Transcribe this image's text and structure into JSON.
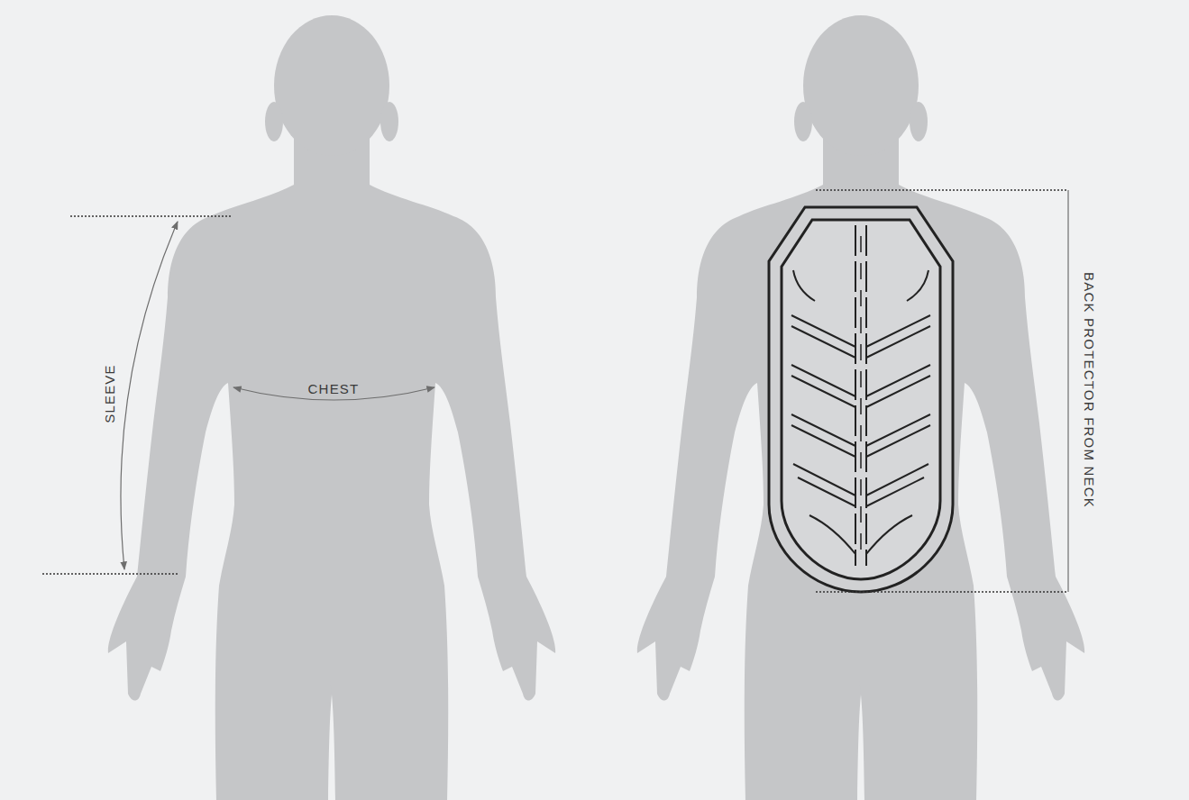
{
  "diagram": {
    "labels": [
      "SLEEVE",
      "CHEST",
      "BACK PROTECTOR FROM NECK"
    ]
  }
}
